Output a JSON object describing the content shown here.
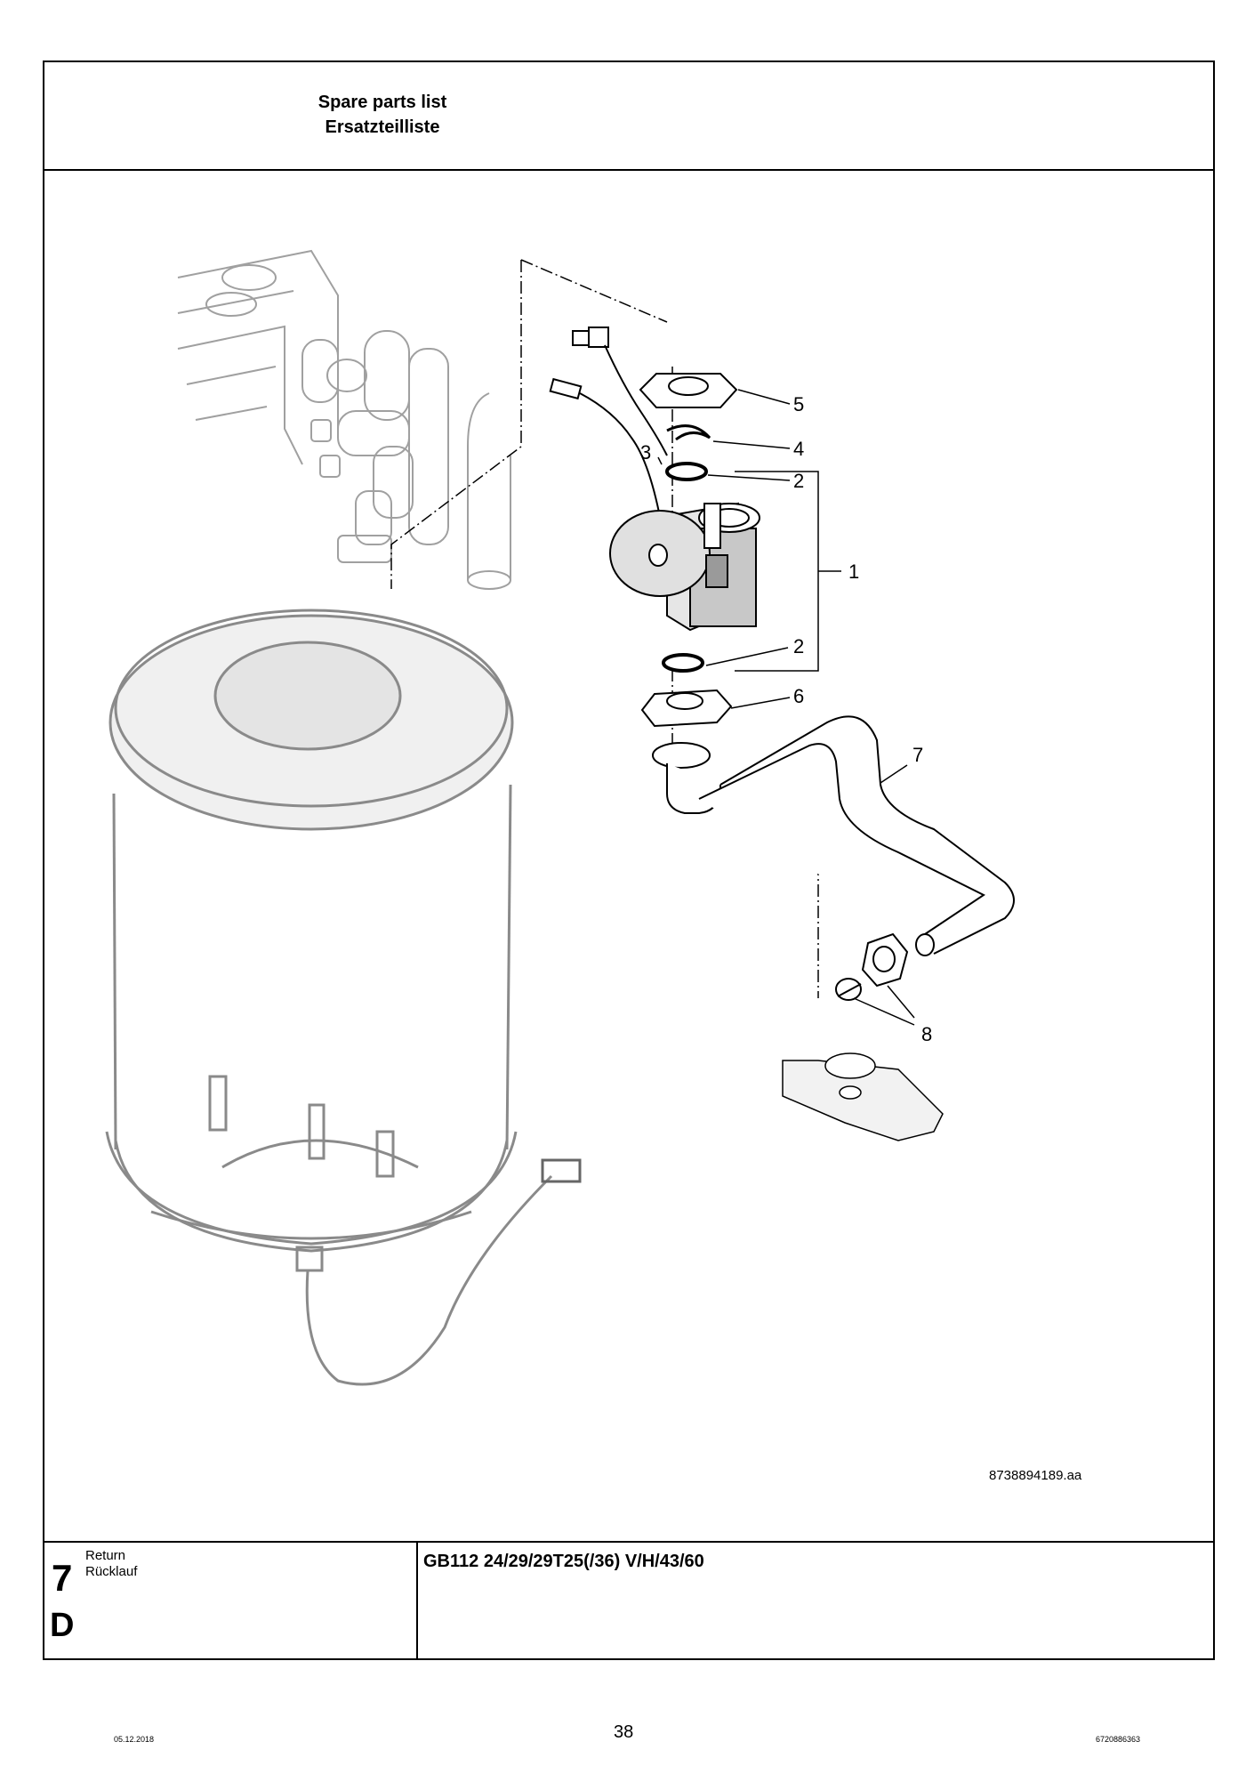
{
  "header": {
    "title_en": "Spare parts list",
    "title_de": "Ersatzteilliste"
  },
  "drawing": {
    "reference": "8738894189.aa",
    "callouts": [
      "1",
      "2",
      "2",
      "3",
      "4",
      "5",
      "6",
      "7",
      "8"
    ]
  },
  "footer": {
    "section_number": "7",
    "section_letter": "D",
    "section_en": "Return",
    "section_de": "Rücklauf",
    "model": "GB112 24/29/29T25(/36) V/H/43/60"
  },
  "page": {
    "date": "05.12.2018",
    "number": "38",
    "doc_number": "6720886363"
  }
}
